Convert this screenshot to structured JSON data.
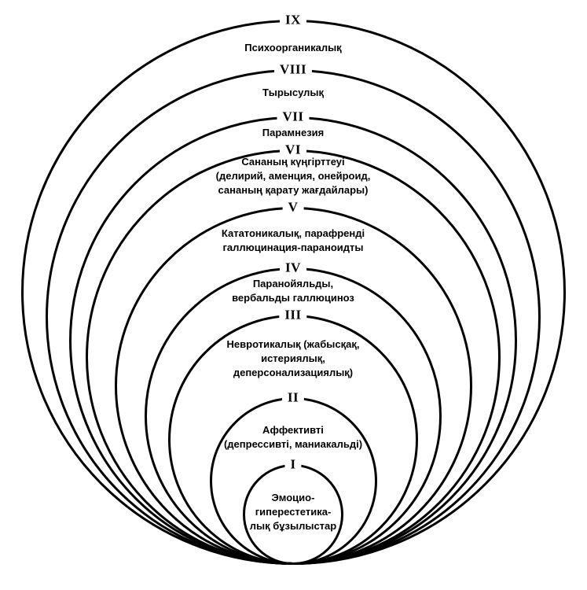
{
  "diagram": {
    "type": "nested-circles",
    "description": "Nine nested circles tangent at the bottom, numbered I (innermost) to IX (outermost), each ring labeled with a syndrome group",
    "colors": {
      "stroke": "#000000",
      "background": "#ffffff",
      "text": "#000000"
    },
    "rings": [
      {
        "numeral": "IX",
        "label_lines": [
          "Психоорганикалық"
        ]
      },
      {
        "numeral": "VIII",
        "label_lines": [
          "Тырысулық"
        ]
      },
      {
        "numeral": "VII",
        "label_lines": [
          "Парамнезия"
        ]
      },
      {
        "numeral": "VI",
        "label_lines": [
          "Сананың күңгірттеуі",
          "(делирий, аменция, онейроид,",
          "сананың қарату жағдайлары)"
        ]
      },
      {
        "numeral": "V",
        "label_lines": [
          "Кататоникалық, парафренді",
          "галлюцинация-параноидты"
        ]
      },
      {
        "numeral": "IV",
        "label_lines": [
          "Паранойяльды,",
          "вербальды галлюциноз"
        ]
      },
      {
        "numeral": "III",
        "label_lines": [
          "Невротикалық (жабысқақ,",
          "истериялық,",
          "деперсонализациялық)"
        ]
      },
      {
        "numeral": "II",
        "label_lines": [
          "Аффективті",
          "(депрессивті, маниакальді)"
        ]
      },
      {
        "numeral": "I",
        "label_lines": [
          "Эмоцио-",
          "гиперестетика-",
          "лық бұзылыстар"
        ]
      }
    ]
  }
}
